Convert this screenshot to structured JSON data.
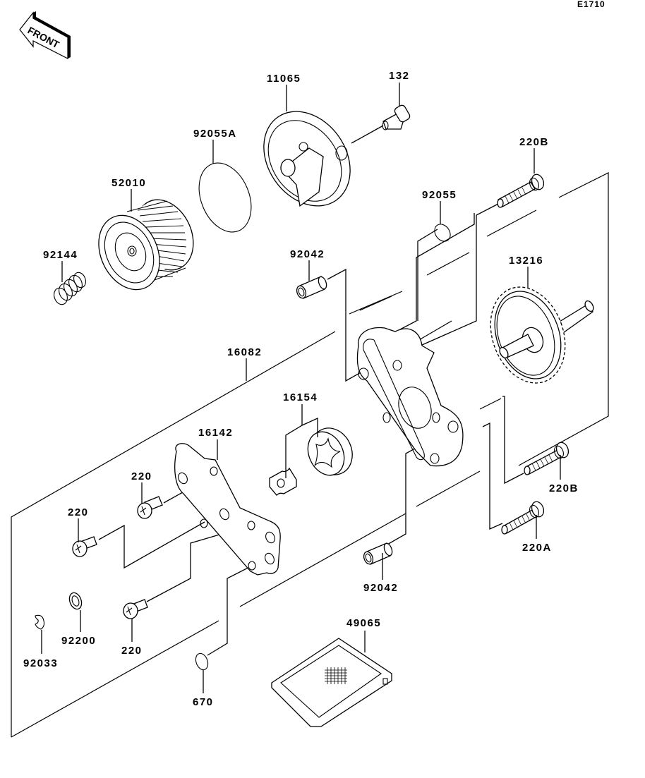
{
  "diagram": {
    "code": "E1710",
    "direction_indicator": "FRONT",
    "parts": [
      {
        "id": "11065",
        "name": "oil-pump-cover"
      },
      {
        "id": "132",
        "name": "bolt"
      },
      {
        "id": "92055A",
        "name": "o-ring-large"
      },
      {
        "id": "52010",
        "name": "oil-filter"
      },
      {
        "id": "92144",
        "name": "spring"
      },
      {
        "id": "220B",
        "name": "screw-top"
      },
      {
        "id": "92055",
        "name": "o-ring-small"
      },
      {
        "id": "92042",
        "name": "dowel-pin-top"
      },
      {
        "id": "13216",
        "name": "pump-gear-shaft"
      },
      {
        "id": "16082",
        "name": "oil-pump-assembly"
      },
      {
        "id": "16154",
        "name": "pump-rotor-set"
      },
      {
        "id": "16142",
        "name": "pump-cover-plate"
      },
      {
        "id": "220",
        "name": "screw-upper"
      },
      {
        "id": "220",
        "name": "screw-left"
      },
      {
        "id": "220B",
        "name": "screw-right"
      },
      {
        "id": "220A",
        "name": "screw-bottom-right"
      },
      {
        "id": "92042",
        "name": "dowel-pin-bottom"
      },
      {
        "id": "92200",
        "name": "washer"
      },
      {
        "id": "220",
        "name": "screw-lower"
      },
      {
        "id": "92033",
        "name": "circlip"
      },
      {
        "id": "49065",
        "name": "oil-strainer"
      },
      {
        "id": "670",
        "name": "o-ring-tiny"
      }
    ]
  }
}
